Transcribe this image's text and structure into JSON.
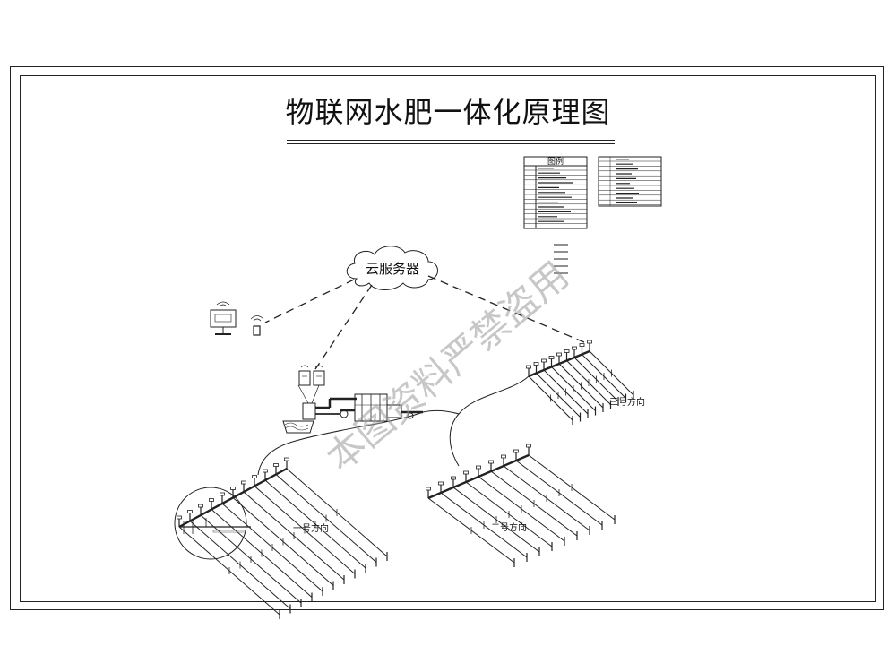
{
  "drawing": {
    "title": "物联网水肥一体化原理图",
    "cloud_label": "云服务器",
    "legend_title": "图例",
    "directions": {
      "one": "一号方向",
      "two": "二号方向",
      "three": "三号方向"
    },
    "watermark": "本图资料严禁盗用",
    "colors": {
      "line": "#222222",
      "watermark": "#999999"
    }
  }
}
